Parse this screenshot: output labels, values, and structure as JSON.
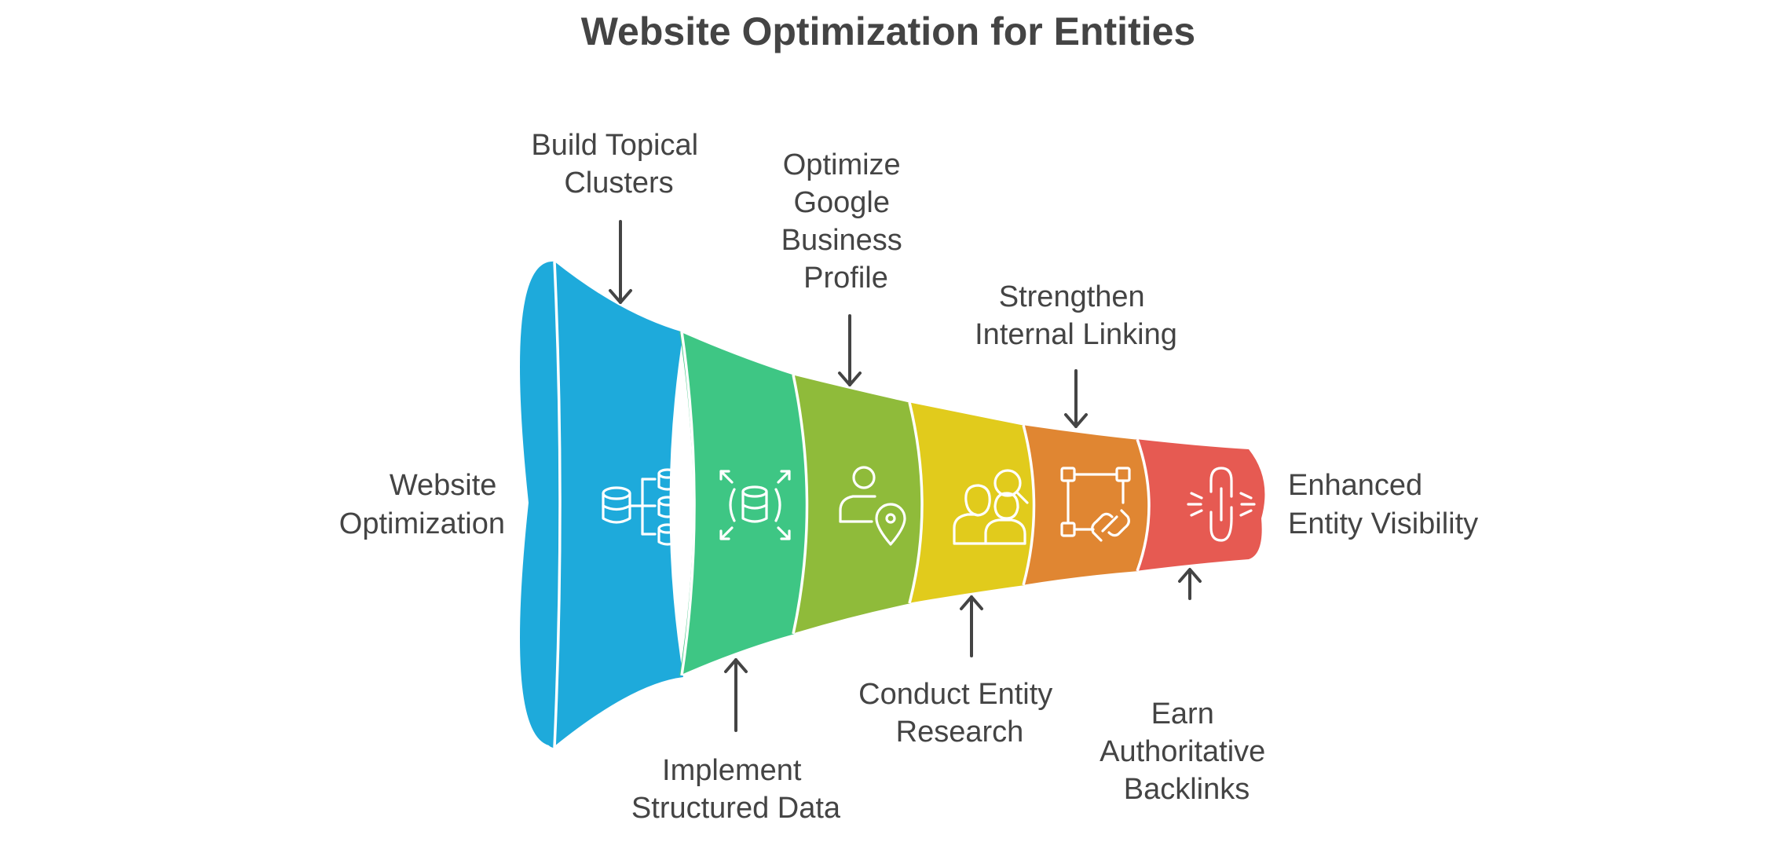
{
  "title": "Website Optimization for Entities",
  "left_label": [
    "Website",
    "Optimization"
  ],
  "right_label": [
    "Enhanced",
    "Entity Visibility"
  ],
  "stages": [
    {
      "color": "#1EAADB",
      "icon": "database-hierarchy-icon",
      "label": [
        "Build Topical",
        "Clusters"
      ]
    },
    {
      "color": "#3EC684",
      "icon": "code-database-icon",
      "label": [
        "Implement",
        "Structured Data"
      ]
    },
    {
      "color": "#8FBB3A",
      "icon": "user-location-icon",
      "label": [
        "Optimize",
        "Google",
        "Business",
        "Profile"
      ]
    },
    {
      "color": "#E1CB1C",
      "icon": "people-search-icon",
      "label": [
        "Conduct Entity",
        "Research"
      ]
    },
    {
      "color": "#E08632",
      "icon": "network-link-icon",
      "label": [
        "Strengthen",
        "Internal Linking"
      ]
    },
    {
      "color": "#E65A52",
      "icon": "broken-link-icon",
      "label": [
        "Earn",
        "Authoritative",
        "Backlinks"
      ]
    }
  ]
}
